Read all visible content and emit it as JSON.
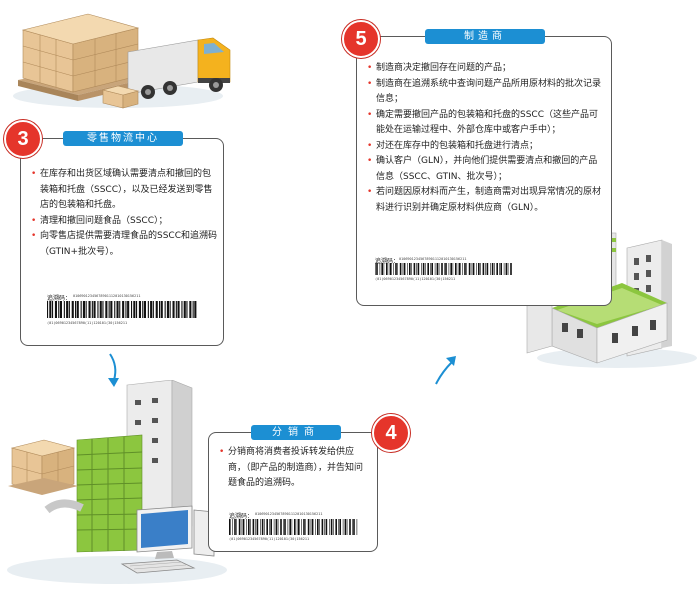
{
  "colors": {
    "accent_blue": "#1c8fd3",
    "badge_red": "#e5352b",
    "building_green": "#8cc63f",
    "card_border": "#5a5a5a"
  },
  "cards": {
    "retail": {
      "step": "3",
      "title": "零售物流中心",
      "items": [
        "在库存和出货区域确认需要清点和撤回的包装箱和托盘（SSCC），以及已经发送到零售店的包装箱和托盘。",
        "清理和撤回问题食品（SSCC）；",
        "向零售店提供需要清理食品的SSCC和追溯码（GTIN+批次号）。"
      ],
      "barcode_label": "追溯码：",
      "barcode_top_text": "01069012345678901112010130156211",
      "barcode_bottom_text": "(01)06901234567890(11)120101(30)156211"
    },
    "distributor": {
      "step": "4",
      "title": "分销商",
      "items": [
        "分销商将消费者投诉转发给供应商，（即产品的制造商），并告知问题食品的追溯码。"
      ],
      "barcode_label": "追溯码：",
      "barcode_top_text": "01069012345678901112010130156211",
      "barcode_bottom_text": "(01)06901234567890(11)120101(30)156211"
    },
    "manufacturer": {
      "step": "5",
      "title": "制造商",
      "items": [
        "制造商决定撤回存在问题的产品；",
        "制造商在追溯系统中查询问题产品所用原材料的批次记录信息；",
        "确定需要撤回产品的包装箱和托盘的SSCC（这些产品可能处在运输过程中、外部仓库中或客户手中）；",
        "对还在库存中的包装箱和托盘进行清点；",
        "确认客户（GLN），并向他们提供需要清点和撤回的产品信息（SSCC、GTIN、批次号）；",
        "若问题因原材料而产生，制造商需对出现异常情况的原材料进行识别并确定原材料供应商（GLN）。"
      ],
      "barcode_label": "追溯码：",
      "barcode_top_text": "01069012345678901112010130156211",
      "barcode_bottom_text": "(01)06901234567890(11)120101(30)156211"
    }
  }
}
